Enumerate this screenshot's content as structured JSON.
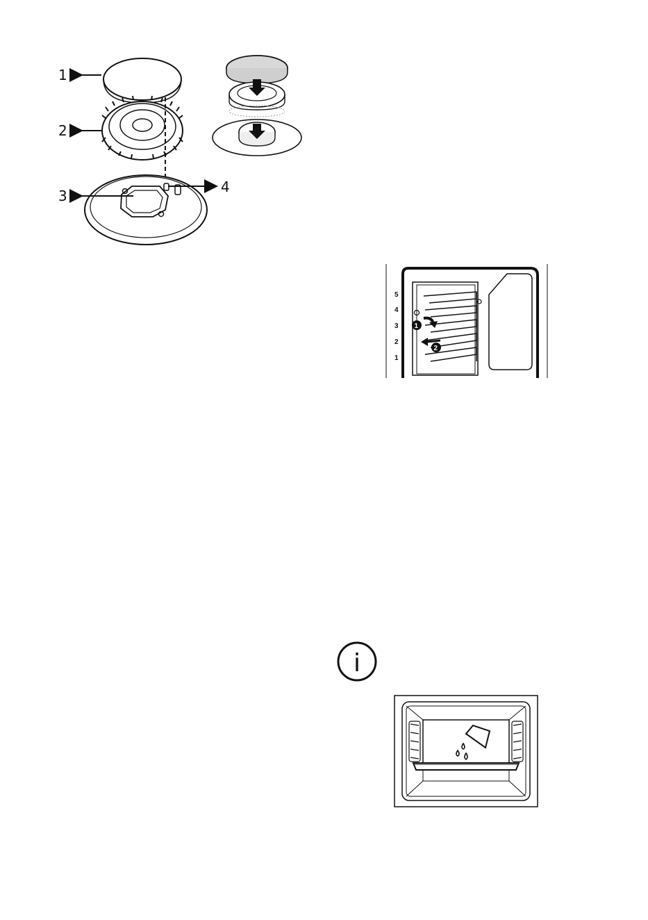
{
  "burner_figure": {
    "callouts": [
      "1",
      "2",
      "3",
      "4"
    ]
  },
  "shelf_figure": {
    "levels": [
      "5",
      "4",
      "3",
      "2",
      "1"
    ],
    "steps": [
      "1",
      "2"
    ]
  },
  "info_icon": {
    "symbol": "i"
  },
  "icons": [
    "info-icon",
    "arrow-down-icon",
    "water-drops-icon"
  ]
}
